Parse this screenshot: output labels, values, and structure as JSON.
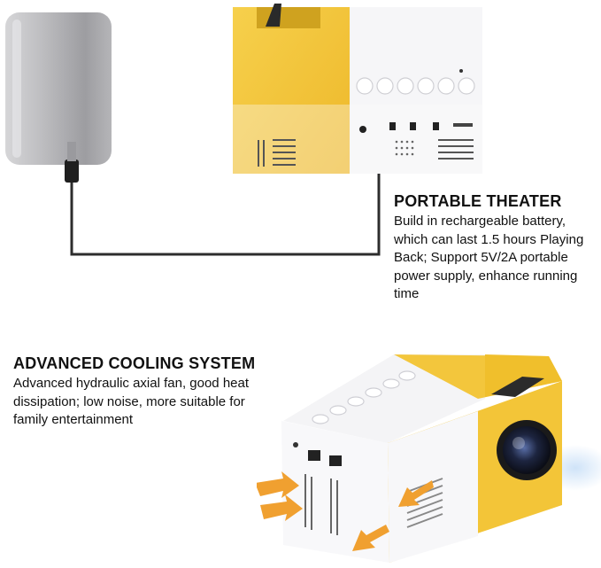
{
  "sections": {
    "portable": {
      "heading": "PORTABLE THEATER",
      "lines": [
        "Build in rechargeable battery,",
        "which can last 1.5 hours Playing",
        "Back; Support 5V/2A portable",
        "power supply, enhance running",
        "time"
      ]
    },
    "cooling": {
      "heading": "ADVANCED COOLING SYSTEM",
      "lines": [
        "Advanced hydraulic axial fan, good heat",
        "dissipation; low noise, more suitable for",
        "family entertainment"
      ]
    }
  },
  "colors": {
    "yellow": "#f2c531",
    "silver": "#b9b9bb",
    "white_shell": "#f7f7f9",
    "arrow_orange": "#f0a030",
    "beam_blue": "#a9cdf2"
  },
  "icons": [
    "power-bank-image",
    "usb-cable-image",
    "projector-image",
    "airflow-arrow-icon",
    "light-beam-image"
  ]
}
